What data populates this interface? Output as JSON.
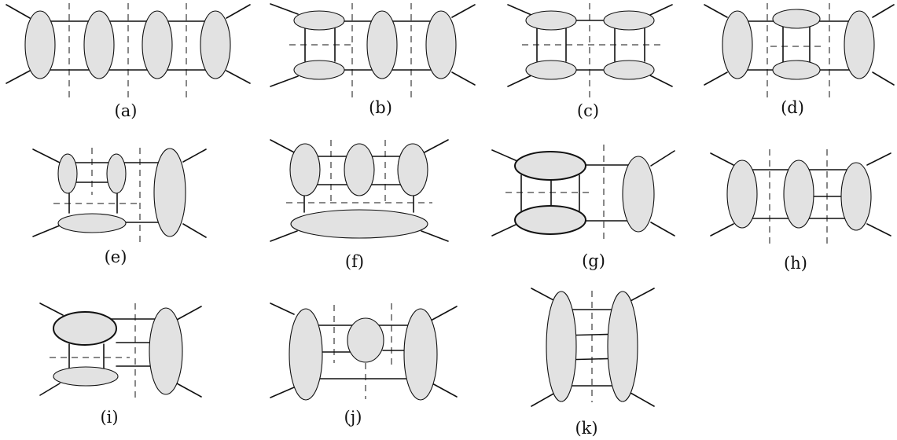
{
  "diagrams": [
    {
      "label": "(a)"
    },
    {
      "label": "(b)"
    },
    {
      "label": "(c)"
    },
    {
      "label": "(d)"
    },
    {
      "label": "(e)"
    },
    {
      "label": "(f)"
    },
    {
      "label": "(g)"
    },
    {
      "label": "(h)"
    },
    {
      "label": "(i)"
    },
    {
      "label": "(j)"
    },
    {
      "label": "(k)"
    }
  ]
}
